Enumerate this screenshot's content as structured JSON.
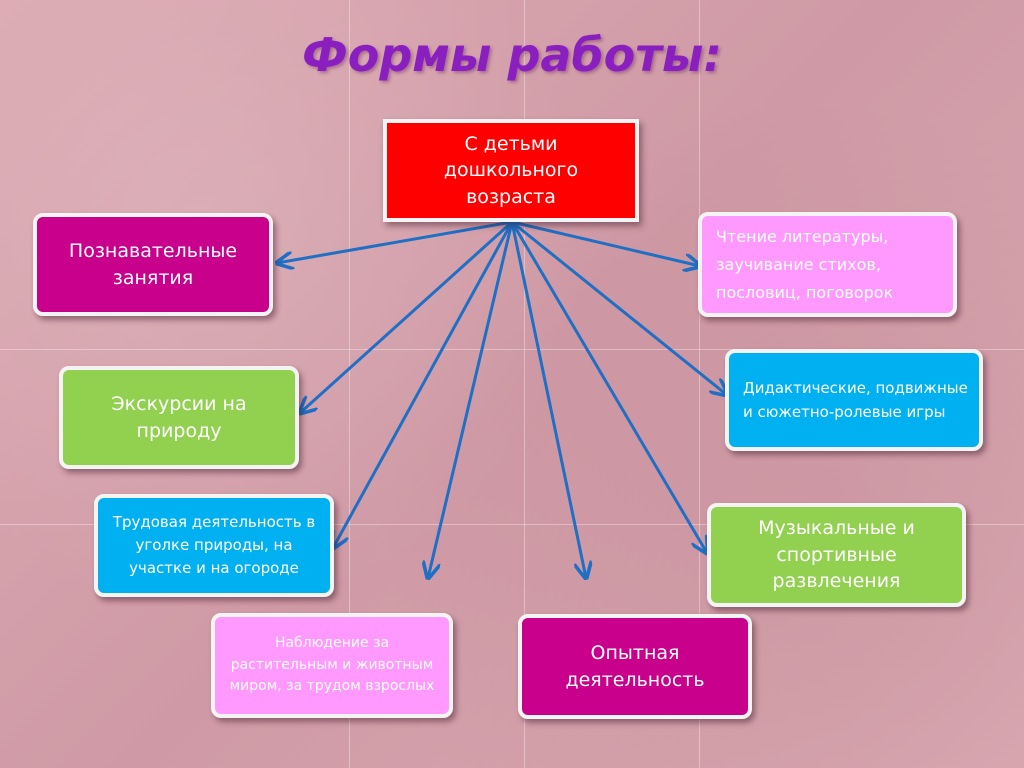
{
  "title": "Формы работы:",
  "colors": {
    "title": "#8a1fc0",
    "arrow": "#1f6fc4",
    "red": "#ff0000",
    "magenta": "#c8008c",
    "green": "#92d050",
    "blue": "#00b0f0",
    "pink": "#ff99ff"
  },
  "center": {
    "text": "С  детьми дошкольного возраста",
    "color": "#ff0000"
  },
  "nodes": [
    {
      "id": "cognitive",
      "text": "Познавательные занятия",
      "color": "#c8008c",
      "text_color": "#ffffff"
    },
    {
      "id": "reading",
      "text": "Чтение литературы, заучивание стихов, пословиц, поговорок",
      "color": "#ff99ff",
      "text_color": "#ffffff"
    },
    {
      "id": "excursions",
      "text": "Экскурсии на природу",
      "color": "#92d050",
      "text_color": "#ffffff"
    },
    {
      "id": "games",
      "text": "Дидактические, подвижные и сюжетно-ролевые игры",
      "color": "#00b0f0",
      "text_color": "#ffffff"
    },
    {
      "id": "labor",
      "text": "Трудовая деятельность в уголке природы, на участке и на огороде",
      "color": "#00b0f0",
      "text_color": "#ffffff"
    },
    {
      "id": "music",
      "text": "Музыкальные и спортивные развлечения",
      "color": "#92d050",
      "text_color": "#ffffff"
    },
    {
      "id": "observation",
      "text": "Наблюдение за растительным и животным миром, за трудом взрослых",
      "color": "#ff99ff",
      "text_color": "#ffffff"
    },
    {
      "id": "experimental",
      "text": "Опытная деятельность",
      "color": "#c8008c",
      "text_color": "#ffffff"
    }
  ]
}
